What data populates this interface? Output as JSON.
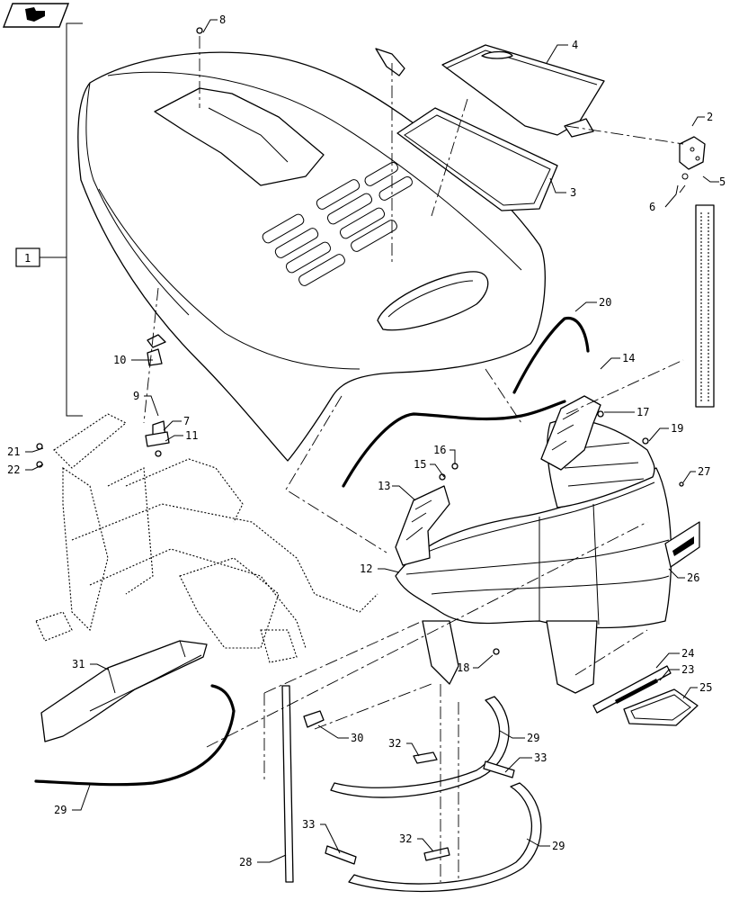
{
  "callouts": [
    {
      "id": "c1",
      "label": "1"
    },
    {
      "id": "c2",
      "label": "2"
    },
    {
      "id": "c3",
      "label": "3"
    },
    {
      "id": "c4",
      "label": "4"
    },
    {
      "id": "c5",
      "label": "5"
    },
    {
      "id": "c6",
      "label": "6"
    },
    {
      "id": "c7",
      "label": "7"
    },
    {
      "id": "c8",
      "label": "8"
    },
    {
      "id": "c9",
      "label": "9"
    },
    {
      "id": "c10",
      "label": "10"
    },
    {
      "id": "c11",
      "label": "11"
    },
    {
      "id": "c12",
      "label": "12"
    },
    {
      "id": "c13",
      "label": "13"
    },
    {
      "id": "c14",
      "label": "14"
    },
    {
      "id": "c15",
      "label": "15"
    },
    {
      "id": "c16",
      "label": "16"
    },
    {
      "id": "c17",
      "label": "17"
    },
    {
      "id": "c18",
      "label": "18"
    },
    {
      "id": "c19",
      "label": "19"
    },
    {
      "id": "c20",
      "label": "20"
    },
    {
      "id": "c21",
      "label": "21"
    },
    {
      "id": "c22",
      "label": "22"
    },
    {
      "id": "c23",
      "label": "23"
    },
    {
      "id": "c24",
      "label": "24"
    },
    {
      "id": "c25",
      "label": "25"
    },
    {
      "id": "c26",
      "label": "26"
    },
    {
      "id": "c27",
      "label": "27"
    },
    {
      "id": "c28",
      "label": "28"
    },
    {
      "id": "c29a",
      "label": "29"
    },
    {
      "id": "c29b",
      "label": "29"
    },
    {
      "id": "c29c",
      "label": "29"
    },
    {
      "id": "c30",
      "label": "30"
    },
    {
      "id": "c31",
      "label": "31"
    },
    {
      "id": "c32a",
      "label": "32"
    },
    {
      "id": "c32b",
      "label": "32"
    },
    {
      "id": "c33a",
      "label": "33"
    },
    {
      "id": "c33b",
      "label": "33"
    }
  ],
  "icons": {
    "nav": "book-arrow-icon"
  }
}
